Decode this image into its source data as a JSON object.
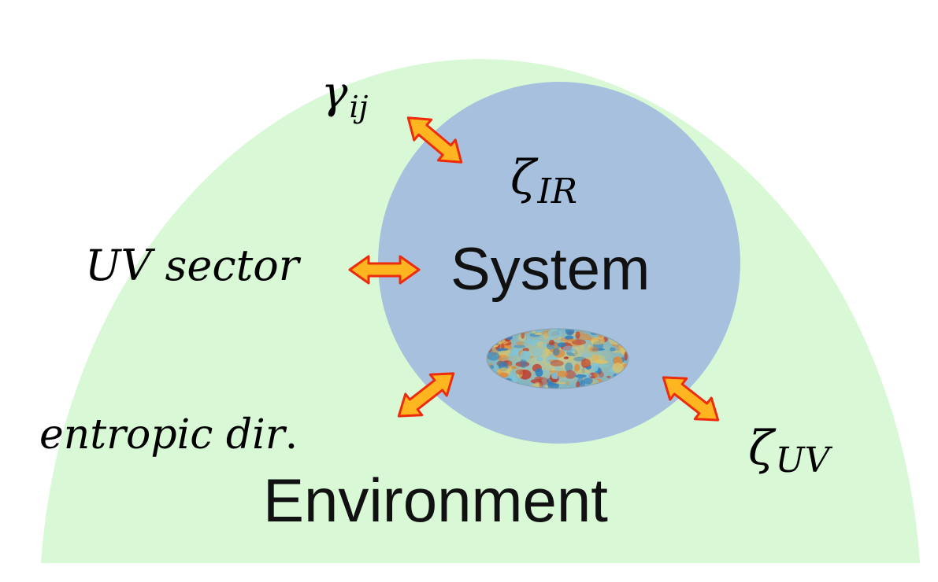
{
  "colors": {
    "environment_fill": "#d8f8d6",
    "system_fill": "#a6c0de",
    "arrow_fill": "#ffb51f",
    "arrow_stroke": "#ee2b0c",
    "cmb_colors": [
      "#2f7fbf",
      "#7fc4d8",
      "#d9c26a",
      "#e08a3a",
      "#c0392b"
    ]
  },
  "labels": {
    "gamma_base": "γ",
    "gamma_sub": "ij",
    "zeta_ir_base": "ζ",
    "zeta_ir_sub": "IR",
    "uv_sector": "UV sector",
    "system": "System",
    "entropic_main": "entropic dir",
    "entropic_dot": ".",
    "zeta_uv_base": "ζ",
    "zeta_uv_sub": "UV",
    "environment": "Environment"
  },
  "icons": {
    "exchange_arrows": "double-headed-arrow-icon",
    "cmb_map": "cmb-sky-map-icon"
  }
}
